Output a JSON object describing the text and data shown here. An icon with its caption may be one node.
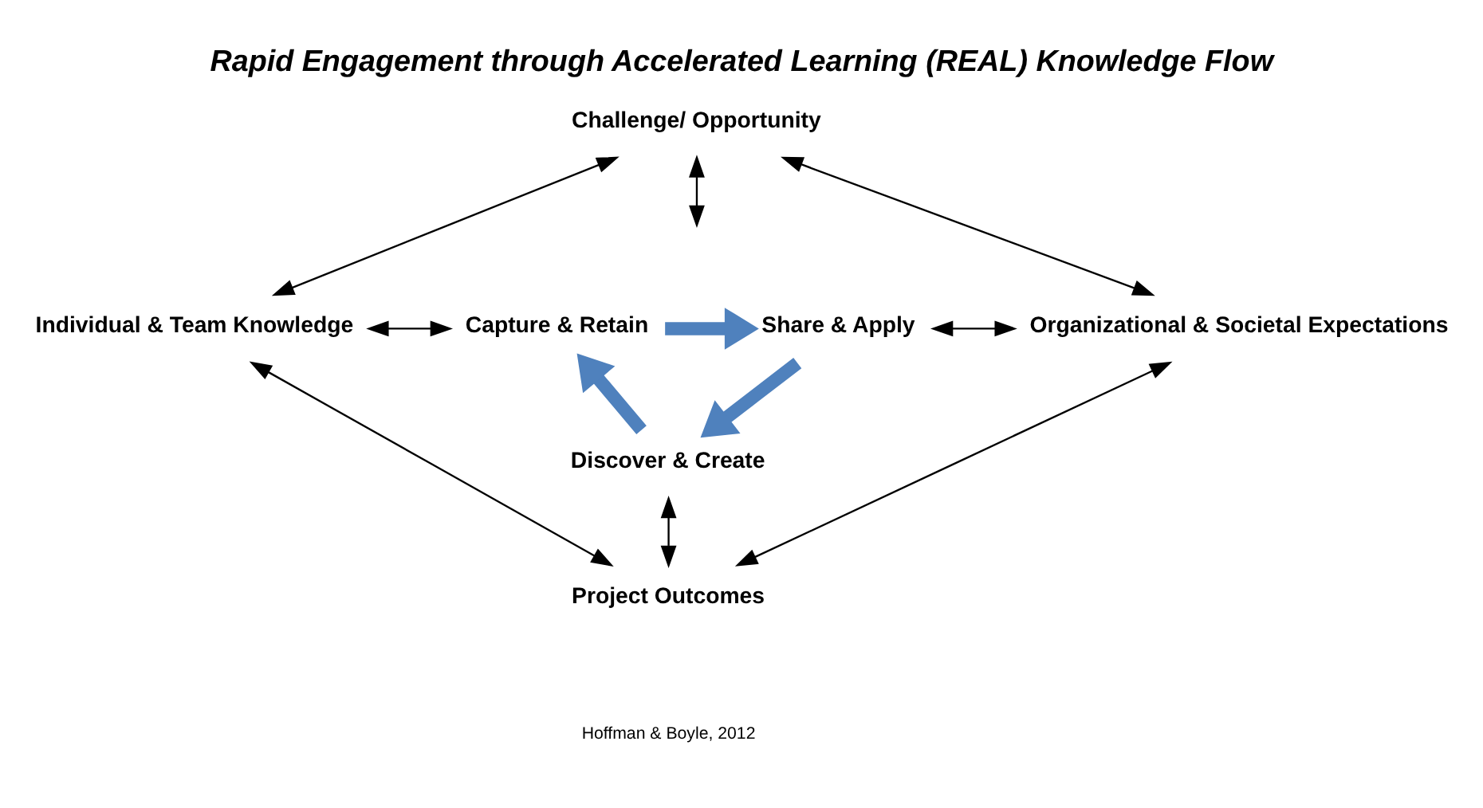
{
  "diagram": {
    "title": "Rapid Engagement through Accelerated Learning (REAL) Knowledge Flow",
    "nodes": [
      {
        "text": [
          "Challenge/ Opportunity"
        ]
      },
      {
        "text": [
          "Individual & Team Knowledge"
        ]
      },
      {
        "text": [
          "Capture & Retain"
        ]
      },
      {
        "text": [
          "Share & Apply"
        ]
      },
      {
        "text": [
          "Organizational & Societal Expectations"
        ]
      },
      {
        "text": [
          "Discover & Create"
        ]
      },
      {
        "text": [
          "Project Outcomes"
        ]
      }
    ],
    "edges": [
      {
        "from": 0,
        "to": 1,
        "arrow": "both"
      },
      {
        "from": 0,
        "to": 4,
        "arrow": "both"
      },
      {
        "from": 0,
        "to": null,
        "arrow": "both"
      },
      {
        "from": 1,
        "to": 2,
        "arrow": "both"
      },
      {
        "from": 3,
        "to": 4,
        "arrow": "both"
      },
      {
        "from": 2,
        "to": 3,
        "arrow": "to",
        "style": "thick",
        "color": "#4f81bd"
      },
      {
        "from": 3,
        "to": 5,
        "arrow": "to",
        "style": "thick",
        "color": "#4f81bd"
      },
      {
        "from": 5,
        "to": 2,
        "arrow": "to",
        "style": "thick",
        "color": "#4f81bd"
      },
      {
        "from": 5,
        "to": 6,
        "arrow": "both"
      },
      {
        "from": 1,
        "to": 6,
        "arrow": "both"
      },
      {
        "from": 4,
        "to": 6,
        "arrow": "both"
      }
    ],
    "labels": [
      "Hoffman & Boyle, 2012"
    ]
  }
}
